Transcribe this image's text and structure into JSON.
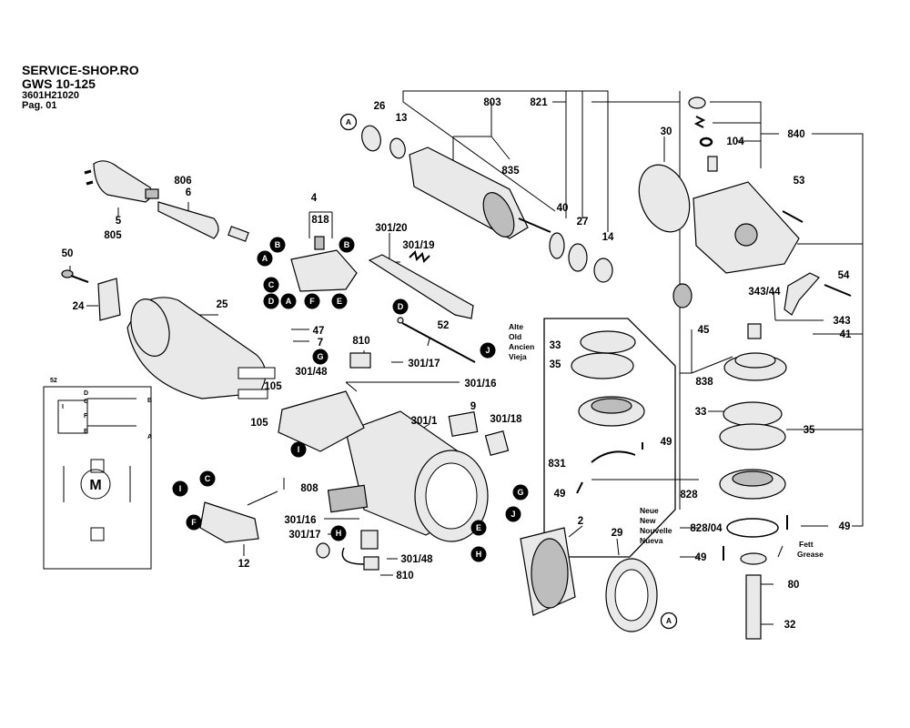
{
  "header": {
    "shop": "SERVICE-SHOP.RO",
    "model": "GWS 10-125",
    "partno": "3601H21020",
    "page": "Pag. 01"
  },
  "labels": {
    "p26": "26",
    "p13": "13",
    "p803": "803",
    "p821": "821",
    "p835": "835",
    "p30": "30",
    "p40": "40",
    "p27": "27",
    "p14": "14",
    "p104": "104",
    "p840": "840",
    "p806": "806",
    "p6": "6",
    "p5": "5",
    "p805": "805",
    "p4": "4",
    "p818": "818",
    "p301_20": "301/20",
    "p301_19": "301/19",
    "p53": "53",
    "p50": "50",
    "p24": "24",
    "p25": "25",
    "p54": "54",
    "p343_44": "343/44",
    "p343": "343",
    "p45": "45",
    "p41": "41",
    "p52": "52",
    "p47": "47",
    "p7": "7",
    "p810a": "810",
    "p301_48a": "301/48",
    "p301_17a": "301/17",
    "p301_16a": "301/16",
    "p105a": "105",
    "p105b": "105",
    "p33a": "33",
    "p35a": "35",
    "p49a": "49",
    "p831": "831",
    "p49b": "49",
    "p838": "838",
    "p9": "9",
    "p301_1": "301/1",
    "p301_18": "301/18",
    "p808": "808",
    "p12": "12",
    "p301_16b": "301/16",
    "p301_17b": "301/17",
    "p301_48b": "301/48",
    "p810b": "810",
    "p2": "2",
    "p29": "29",
    "p33b": "33",
    "p35b": "35",
    "p828": "828",
    "p828_04": "828/04",
    "p49c": "49",
    "p49d": "49",
    "p80": "80",
    "p32": "32",
    "p52s": "52"
  },
  "old_box": [
    "Alte",
    "Old",
    "Ancien",
    "Vieja"
  ],
  "new_box": [
    "Neue",
    "New",
    "Nouvelle",
    "Nueva"
  ],
  "grease": [
    "Fett",
    "Grease"
  ],
  "circles": {
    "A": "A",
    "B": "B",
    "C": "C",
    "D": "D",
    "E": "E",
    "F": "F",
    "G": "G",
    "H": "H",
    "I": "I",
    "J": "J"
  },
  "schematic": {
    "motor": "M",
    "terms": [
      "D",
      "C",
      "I",
      "F",
      "E",
      "B",
      "A"
    ]
  }
}
